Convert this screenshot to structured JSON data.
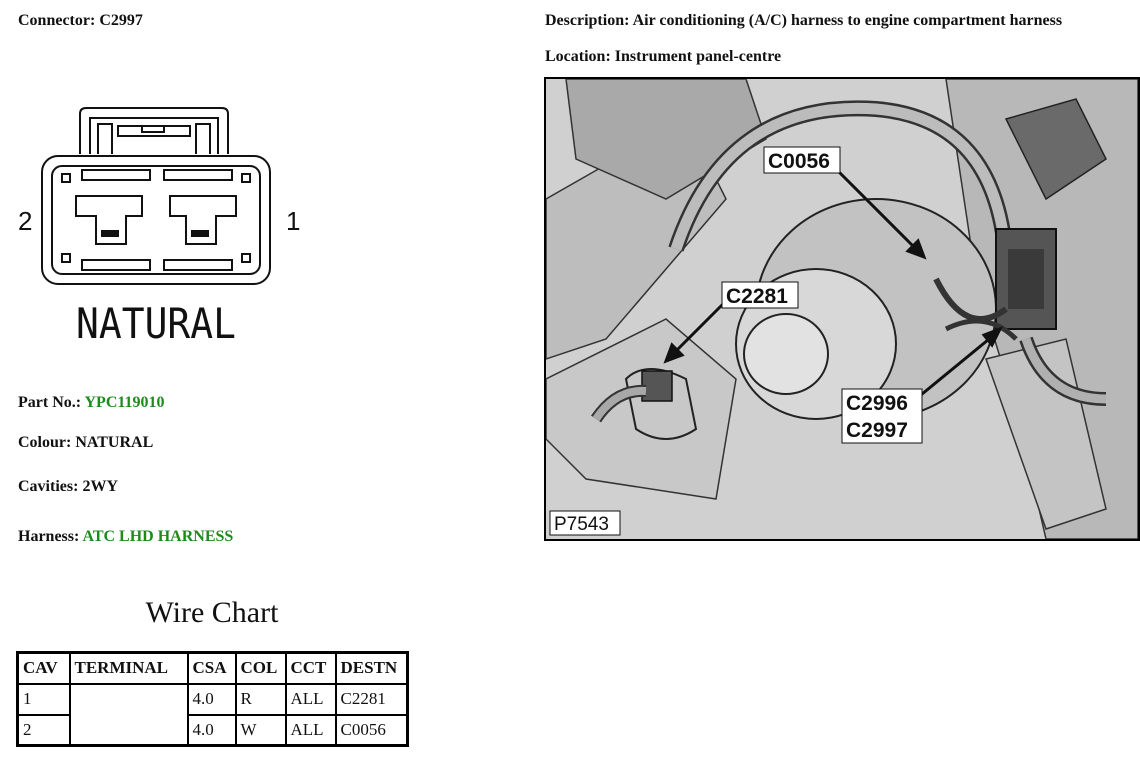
{
  "connector": {
    "label": "Connector:",
    "value": "C2997"
  },
  "description": {
    "label": "Description:",
    "value": "Air conditioning (A/C) harness to engine compartment harness"
  },
  "location": {
    "label": "Location:",
    "value": "Instrument panel-centre"
  },
  "diagram": {
    "pin_left": "2",
    "pin_right": "1",
    "colour_text": "NATURAL"
  },
  "photo": {
    "ref": "P7543",
    "callouts": [
      "C0056",
      "C2281",
      "C2996",
      "C2997"
    ]
  },
  "part_no": {
    "label": "Part No.:",
    "value": "YPC119010"
  },
  "colour": {
    "label": "Colour:",
    "value": "NATURAL"
  },
  "cavities": {
    "label": "Cavities:",
    "value": "2WY"
  },
  "harness": {
    "label": "Harness:",
    "value": "ATC LHD HARNESS"
  },
  "wire_chart": {
    "title": "Wire Chart",
    "headers": [
      "CAV",
      "TERMINAL",
      "CSA",
      "COL",
      "CCT",
      "DESTN"
    ],
    "rows": [
      [
        "1",
        "",
        "4.0",
        "R",
        "ALL",
        "C2281"
      ],
      [
        "2",
        "",
        "4.0",
        "W",
        "ALL",
        "C0056"
      ]
    ]
  },
  "colors": {
    "link_green": "#1e8a1e"
  }
}
